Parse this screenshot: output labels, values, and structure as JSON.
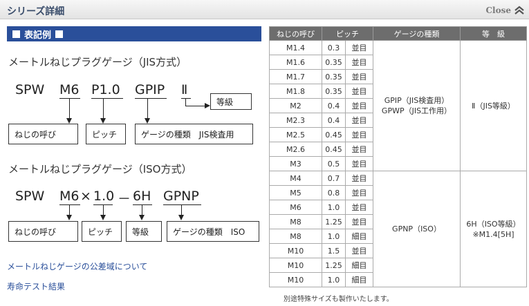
{
  "window": {
    "title": "シリーズ詳細",
    "close_label": "Close"
  },
  "legend": {
    "header": "表記例",
    "jis": {
      "subtitle": "メートルねじプラグゲージ（JIS方式）",
      "code_parts": [
        "SPW",
        "M6",
        "P1.0",
        "GPIP",
        "Ⅱ"
      ],
      "grade_box": "等級",
      "boxes": [
        "ねじの呼び",
        "ピッチ",
        "ゲージの種類　JIS検査用"
      ]
    },
    "iso": {
      "subtitle": "メートルねじプラグゲージ（ISO方式）",
      "code_parts": [
        "SPW",
        "M6",
        "×",
        "1.0",
        "－",
        "6H",
        "GPNP"
      ],
      "boxes": [
        "ねじの呼び",
        "ピッチ",
        "等級",
        "ゲージの種類　ISO"
      ]
    }
  },
  "links": [
    "メートルねじゲージの公差域について",
    "寿命テスト結果"
  ],
  "table": {
    "headers": [
      "ねじの呼び",
      "ピッチ",
      "ゲージの種類",
      "等　級"
    ],
    "rows": [
      [
        "M1.4",
        "0.3",
        "並目"
      ],
      [
        "M1.6",
        "0.35",
        "並目"
      ],
      [
        "M1.7",
        "0.35",
        "並目"
      ],
      [
        "M1.8",
        "0.35",
        "並目"
      ],
      [
        "M2",
        "0.4",
        "並目"
      ],
      [
        "M2.3",
        "0.4",
        "並目"
      ],
      [
        "M2.5",
        "0.45",
        "並目"
      ],
      [
        "M2.6",
        "0.45",
        "並目"
      ],
      [
        "M3",
        "0.5",
        "並目"
      ],
      [
        "M4",
        "0.7",
        "並目"
      ],
      [
        "M5",
        "0.8",
        "並目"
      ],
      [
        "M6",
        "1.0",
        "並目"
      ],
      [
        "M8",
        "1.25",
        "並目"
      ],
      [
        "M8",
        "1.0",
        "細目"
      ],
      [
        "M10",
        "1.5",
        "並目"
      ],
      [
        "M10",
        "1.25",
        "細目"
      ],
      [
        "M10",
        "1.0",
        "細目"
      ]
    ],
    "jis_type_line1": "GPIP（JIS検査用）",
    "jis_type_line2": "GPWP（JIS工作用）",
    "jis_grade": "Ⅱ（JIS等級）",
    "iso_type": "GPNP（ISO）",
    "iso_grade_line1": "6H（ISO等級）",
    "iso_grade_line2": "※M1.4[5H]"
  },
  "note": "別途特殊サイズも製作いたします。"
}
